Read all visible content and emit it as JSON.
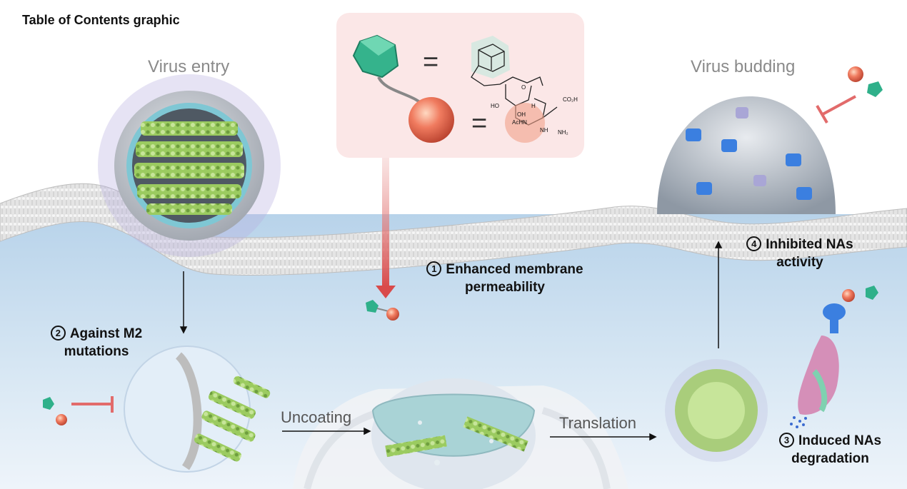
{
  "header": {
    "title": "Table of Contents graphic"
  },
  "labels": {
    "virus_entry": "Virus entry",
    "virus_budding": "Virus budding",
    "uncoating": "Uncoating",
    "translation": "Translation"
  },
  "steps": [
    {
      "marker": "1",
      "text": "Enhanced membrane permeability"
    },
    {
      "marker": "2",
      "text": "Against M2 mutations"
    },
    {
      "marker": "3",
      "text": "Induced NAs degradation"
    },
    {
      "marker": "4",
      "text": "Inhibited NAs activity"
    }
  ],
  "chemistry": {
    "equals_1": "=",
    "equals_2": "=",
    "groups": [
      "CO₂H",
      "HO",
      "OH",
      "AcHN",
      "NH",
      "NH₂",
      "O",
      "H"
    ]
  },
  "colors": {
    "cell_interior": "#cfe2f1",
    "membrane": "#d9d9d9",
    "inhibit_arrow": "#e26b6b",
    "drug_sphere": "#e8634d",
    "drug_crystal": "#2fb08a",
    "spike_blue": "#3b7fe0",
    "spike_lilac": "#a9a6d6",
    "capsid_green": "#a3cf6a"
  },
  "icons": [
    "drug-conjugate-icon",
    "virion-icon",
    "cell-membrane-icon",
    "endosome-icon",
    "er-icon",
    "protein-degradation-icon",
    "inhibition-icon"
  ]
}
